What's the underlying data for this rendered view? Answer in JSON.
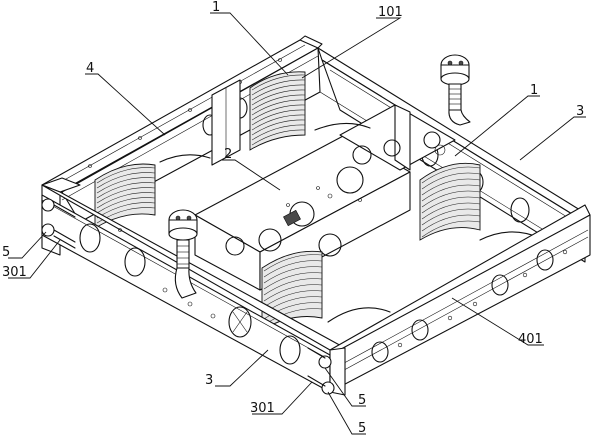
{
  "callouts": {
    "c1a": "1",
    "c101": "101",
    "c4": "4",
    "c1b": "1",
    "c3a": "3",
    "c2": "2",
    "c5a": "5",
    "c301a": "301",
    "c401": "401",
    "c3b": "3",
    "c301b": "301",
    "c5b": "5",
    "c5c": "5"
  }
}
